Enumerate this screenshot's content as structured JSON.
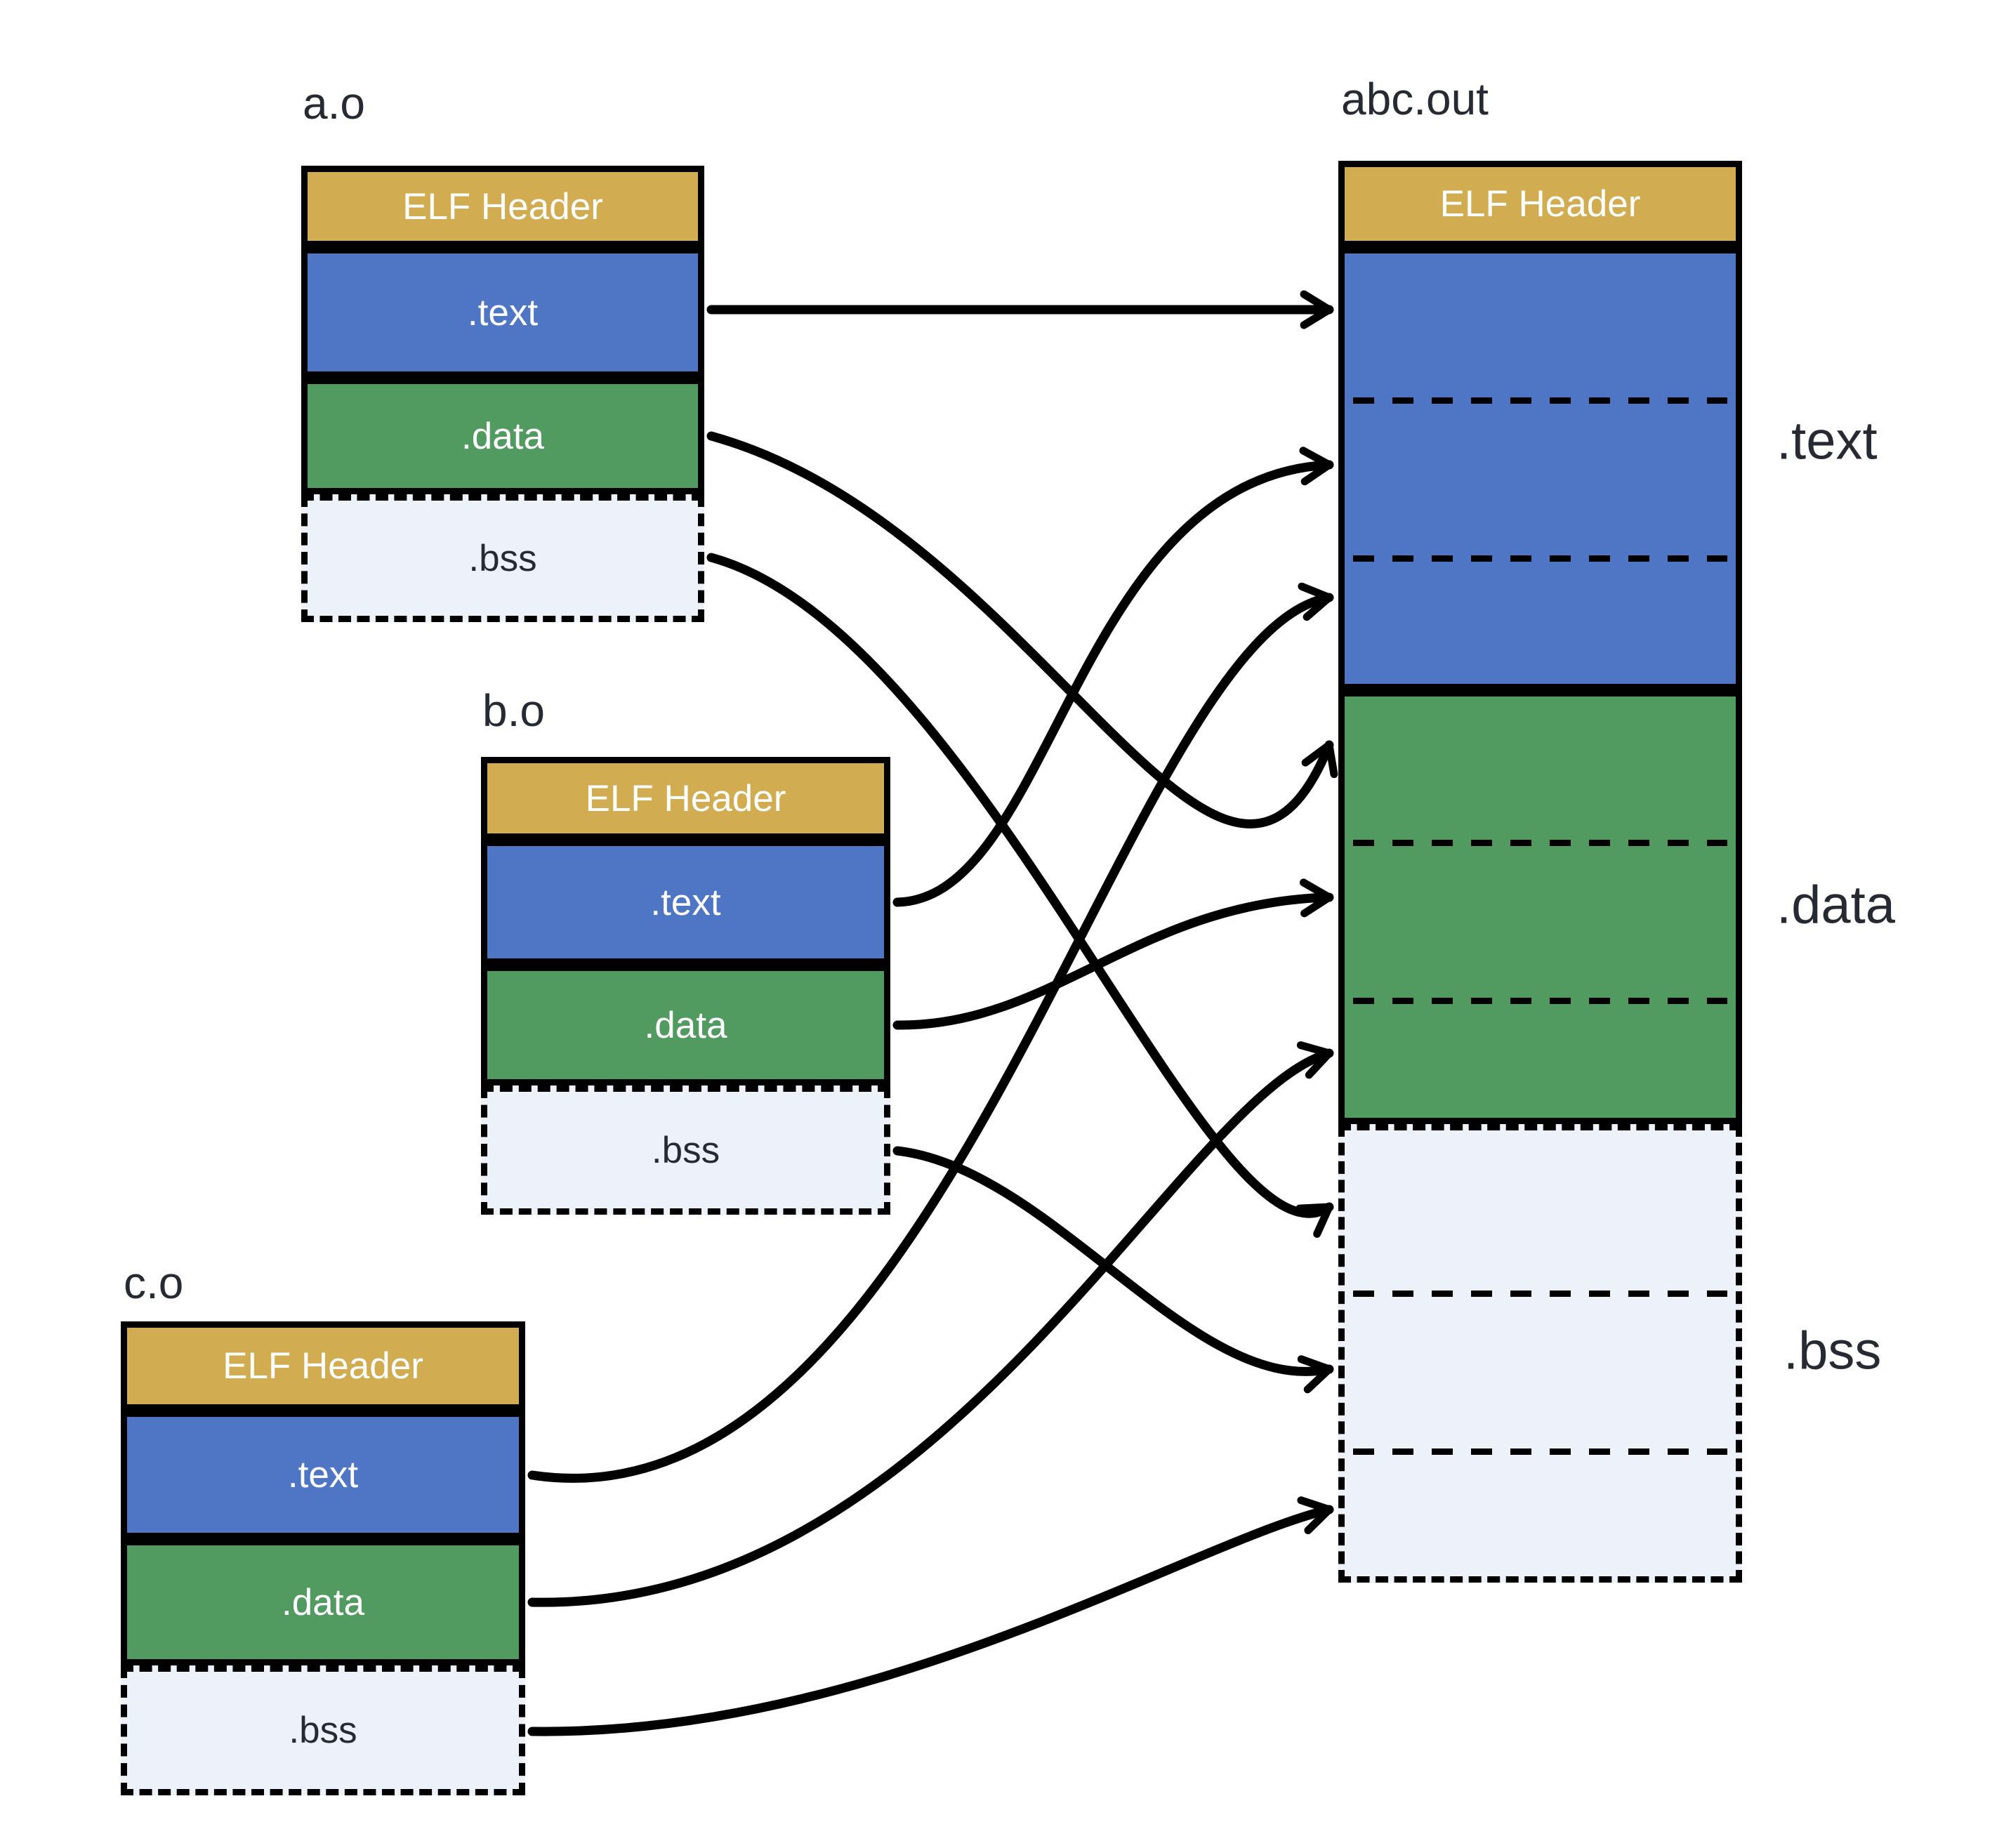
{
  "files": [
    {
      "label": "a.o",
      "sections": {
        "header": "ELF Header",
        "text": ".text",
        "data": ".data",
        "bss": ".bss"
      }
    },
    {
      "label": "b.o",
      "sections": {
        "header": "ELF Header",
        "text": ".text",
        "data": ".data",
        "bss": ".bss"
      }
    },
    {
      "label": "c.o",
      "sections": {
        "header": "ELF Header",
        "text": ".text",
        "data": ".data",
        "bss": ".bss"
      }
    }
  ],
  "output": {
    "label": "abc.out",
    "sections": {
      "header": "ELF Header"
    },
    "region_labels": {
      "text": ".text",
      "data": ".data",
      "bss": ".bss"
    }
  },
  "arrows": [
    {
      "from": "a.o .text",
      "to": "abc.out .text part 1"
    },
    {
      "from": "b.o .text",
      "to": "abc.out .text part 2"
    },
    {
      "from": "c.o .text",
      "to": "abc.out .text part 3"
    },
    {
      "from": "a.o .data",
      "to": "abc.out .data part 1"
    },
    {
      "from": "b.o .data",
      "to": "abc.out .data part 2"
    },
    {
      "from": "c.o .data",
      "to": "abc.out .data part 3"
    },
    {
      "from": "a.o .bss",
      "to": "abc.out .bss part 1"
    },
    {
      "from": "b.o .bss",
      "to": "abc.out .bss part 2"
    },
    {
      "from": "c.o .bss",
      "to": "abc.out .bss part 3"
    }
  ],
  "colors": {
    "elf_header": "#d2ac50",
    "text_section": "#4e76c5",
    "data_section": "#519a60",
    "bss_section": "#ecf1fa",
    "line": "#000000",
    "dark_label": "#262b33",
    "section_label": "#ffffff"
  }
}
